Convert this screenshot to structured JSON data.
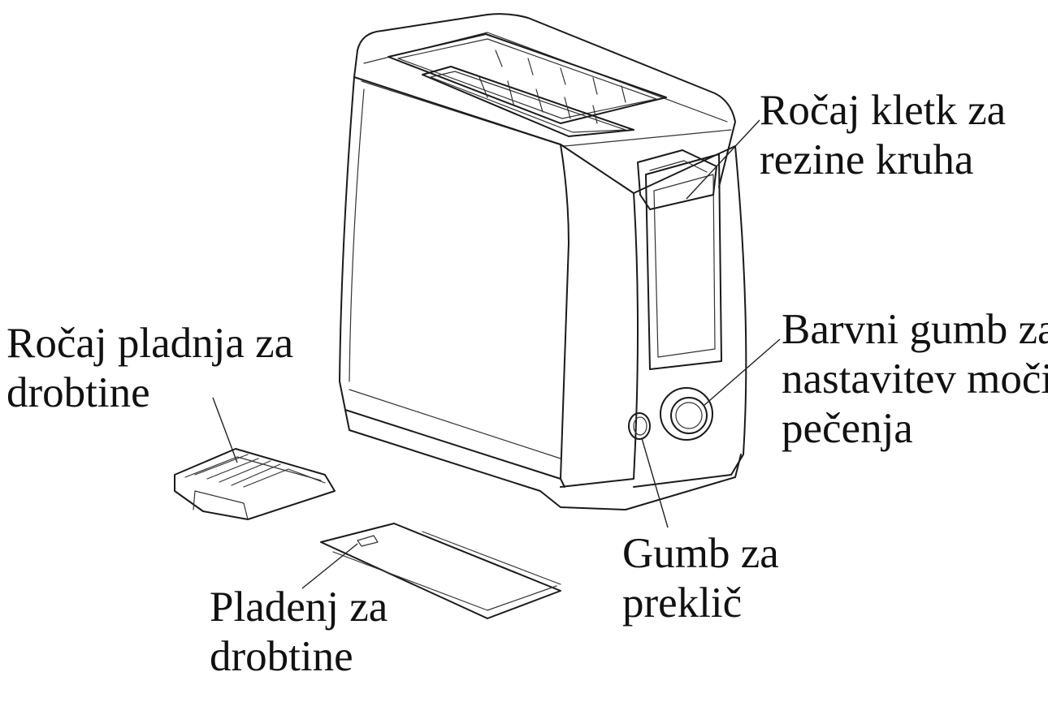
{
  "labels": {
    "bread_cage_handle": [
      "Ročaj kletk za",
      "rezine kruha"
    ],
    "browning_knob": [
      "Barvni gumb za",
      "nastavitev moči",
      "pečenja"
    ],
    "crumb_tray_handle": [
      "Ročaj pladnja za",
      "drobtine"
    ],
    "cancel_button": [
      "Gumb za",
      "preklič"
    ],
    "crumb_tray": [
      "Pladenj za",
      "drobtine"
    ]
  },
  "colors": {
    "line": "#1a1a1a",
    "background": "#ffffff",
    "text": "#111111"
  }
}
